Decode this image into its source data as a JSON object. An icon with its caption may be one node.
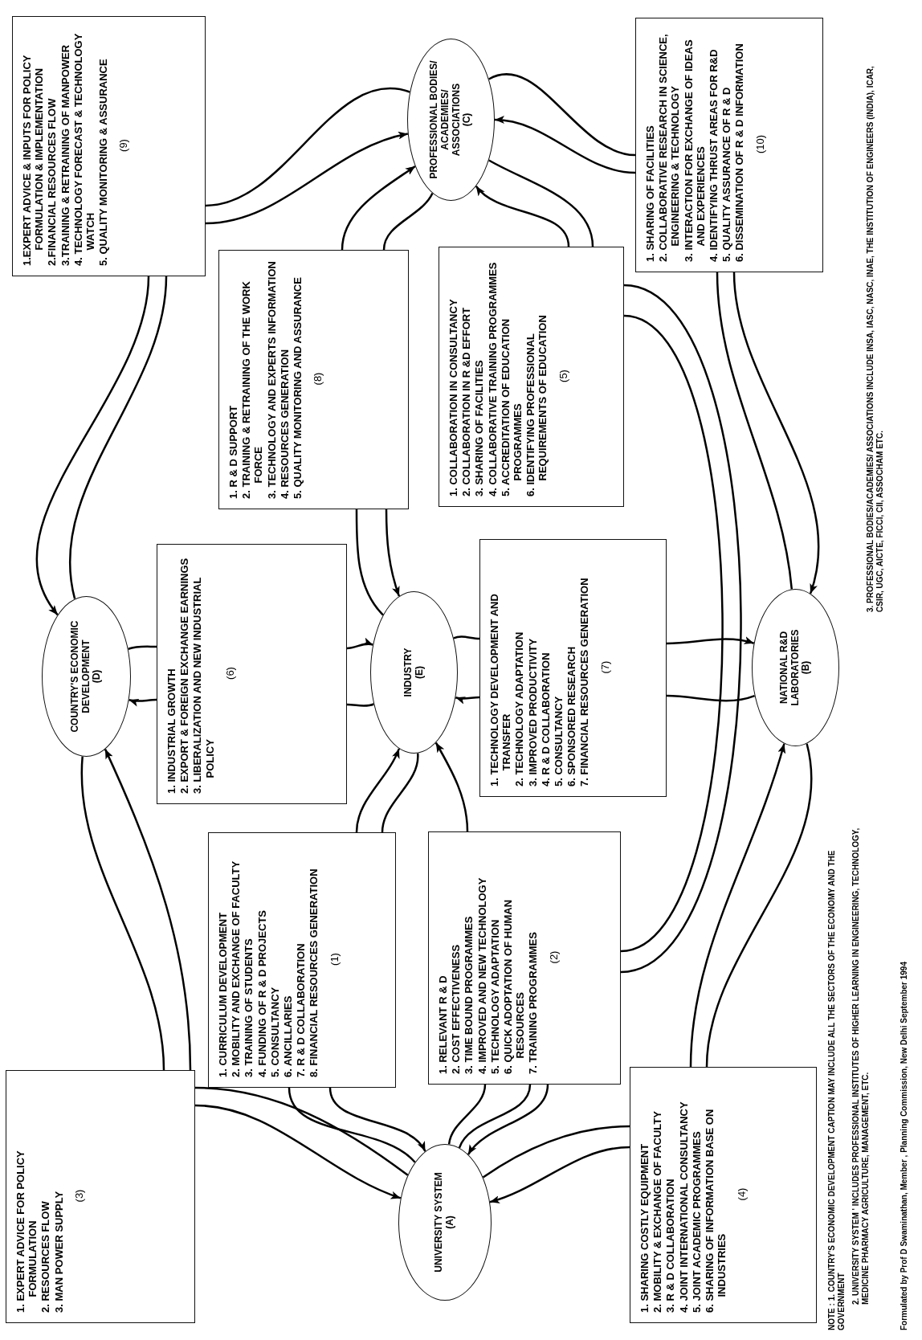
{
  "diagram": {
    "nodes": [
      {
        "text": [
          "1. EXPERT ADVICE FOR POLICY FORMULATION",
          "2. RESOURCES FLOW",
          "3. MAN POWER SUPPLY",
          "(3)"
        ]
      },
      {
        "text": [
          "COUNTRY'S ECONOMIC DEVELOPMENT",
          "(D)"
        ]
      },
      {
        "text": [
          "1.EXPERT ADVICE & INPUTS FOR POLICY FORMULATION & IMPLEMENTATION",
          "2.FINANCIAL RESOURCES FLOW",
          "3.TRAINING & RETRAINING OF MANPOWER",
          "4. TECHNOLOGY FORECAST & TECHNOLOGY WATCH",
          "5. QUALITY MONITORING & ASSURANCE",
          "(9)"
        ]
      },
      {
        "text": [
          "1. INDUSTRIAL GROWTH",
          "2. EXPORT & FOREIGN EXCHANGE EARNINGS",
          "3. LIBERALIZATION AND NEW INDUSTRIAL POLICY",
          "(6)"
        ]
      },
      {
        "text": [
          "1. CURRICULUM DEVELOPMENT",
          "2. MOBILITY AND EXCHANGE OF FACULTY",
          "3. TRAINING OF STUDENTS",
          "4. FUNDING OF R & D PROJECTS",
          "5. CONSULTANCY",
          "6. ANCILLARIES",
          "7. R & D COLLABORATION",
          "8. FINANCIAL RESOURCES GENERATION",
          "(1)"
        ]
      },
      {
        "text": [
          "1. R & D SUPPORT",
          "2. TRAINING & RETRAINING OF THE WORK FORCE",
          "3. TECHNOLOGY AND EXPERTS INFORMATION",
          "4. RESOURCES GENERATION",
          "5. QUALITY MONITORING AND ASSURANCE",
          "(8)"
        ]
      },
      {
        "text": [
          "UNIVERSITY SYSTEM",
          "(A)"
        ]
      },
      {
        "text": [
          "INDUSTRY",
          "(E)"
        ]
      },
      {
        "text": [
          "PROFESSIONAL BODIES/ ACADEMIES/ ASSOCIATIONS",
          "(C)"
        ]
      },
      {
        "text": [
          "1. RELEVANT R & D",
          "2. COST EFFECTIVENESS",
          "3. TIME BOUND PROGRAMMES",
          "4. IMPROVED AND NEW TECHNOLOGY",
          "5. TECHNOLOGY ADAPTATION",
          "6. QUICK ADOPTATION OF HUMAN RESOURCES",
          "7. TRAINING PROGRAMMES",
          "(2)"
        ]
      },
      {
        "text": [
          "1. COLLABORATION IN CONSULTANCY",
          "2. COLLABORATION IN R &D EFFORT",
          "3. SHARING OF FACILITIES",
          "4. COLLABORATIVE TRAINING PROGRAMMES",
          "5. ACCREDITATION OF EDUCATION PROGRAMMES",
          "6. IDENTIFYING PROFESSIONAL REQUIREMENTS OF EDUCATION",
          "(5)"
        ]
      },
      {
        "text": [
          "1. TECHNOLOGY DEVELOPMENT AND TRANSFER",
          "2. TECHNOLOGY ADAPTATION",
          "3. IMPROVED PRODUCTIVITY",
          "4. R & D COLLABORATION",
          "5. CONSULTANCY",
          "6. SPONSORED RESEARCH",
          "7. FINANCIAL RESOURCES GENERATION",
          "(7)"
        ]
      },
      {
        "text": [
          "1. SHARING COSTLY EQUIPMENT",
          "2. MOBILITY & EXCHANGE OF FACULTY",
          "3. R & D COLLABORATION",
          "4. JOINT INTERNATIONAL CONSULTANCY",
          "5. JOINT ACADEMIC PROGRAMMES",
          "6. SHARING OF INFORMATION BASE ON INDUSTRIES",
          "(4)"
        ]
      },
      {
        "text": [
          "NATIONAL R&D LABORATORIES",
          "(B)"
        ]
      },
      {
        "text": [
          "1. SHARING OF FACILITIES",
          "2. COLLABORATIVE RESEARCH IN SCIENCE, ENGINEERING & TECHNOLOGY",
          "3. INTERACTION FOR EXCHANGE OF IDEAS AND EXPERIENCES",
          "4. IDENTIFYING THRUST AREAS FOR R&D",
          "5. QUALITY ASSURANCE OF R & D",
          "6. DISSEMINATION OF R & D INFORMATION",
          "(10)"
        ]
      }
    ],
    "edges": [
      {
        "from": 4,
        "to": 6,
        "arrow": "to"
      },
      {
        "from": 6,
        "to": 4,
        "arrow": "none"
      },
      {
        "from": 4,
        "to": 7,
        "arrow": "to"
      },
      {
        "from": 7,
        "to": 4,
        "arrow": "none"
      },
      {
        "from": 9,
        "to": 7,
        "arrow": "to"
      },
      {
        "from": 6,
        "to": 9,
        "arrow": "none"
      },
      {
        "from": 9,
        "to": 6,
        "arrow": "to"
      },
      {
        "from": 6,
        "to": 9,
        "arrow": "none"
      },
      {
        "from": 9,
        "to": 10,
        "arrow": "none"
      },
      {
        "from": 9,
        "to": 10,
        "arrow": "none"
      },
      {
        "from": 10,
        "to": 8,
        "arrow": "to"
      },
      {
        "from": 8,
        "to": 10,
        "arrow": "none"
      },
      {
        "from": 5,
        "to": 8,
        "arrow": "to"
      },
      {
        "from": 8,
        "to": 5,
        "arrow": "none"
      },
      {
        "from": 5,
        "to": 7,
        "arrow": "to"
      },
      {
        "from": 7,
        "to": 5,
        "arrow": "none"
      },
      {
        "from": 3,
        "to": 1,
        "arrow": "to"
      },
      {
        "from": 1,
        "to": 3,
        "arrow": "none"
      },
      {
        "from": 3,
        "to": 7,
        "arrow": "to"
      },
      {
        "from": 7,
        "to": 3,
        "arrow": "none"
      },
      {
        "from": 11,
        "to": 7,
        "arrow": "to"
      },
      {
        "from": 7,
        "to": 11,
        "arrow": "none"
      },
      {
        "from": 11,
        "to": 13,
        "arrow": "to"
      },
      {
        "from": 13,
        "to": 11,
        "arrow": "none"
      },
      {
        "from": 2,
        "to": 8,
        "arrow": "to"
      },
      {
        "from": 8,
        "to": 2,
        "arrow": "none"
      },
      {
        "from": 2,
        "to": 1,
        "arrow": "to"
      },
      {
        "from": 1,
        "to": 2,
        "arrow": "none"
      },
      {
        "from": 14,
        "to": 8,
        "arrow": "to"
      },
      {
        "from": 8,
        "to": 14,
        "arrow": "none"
      },
      {
        "from": 14,
        "to": 13,
        "arrow": "to"
      },
      {
        "from": 13,
        "to": 14,
        "arrow": "none"
      },
      {
        "from": 12,
        "to": 13,
        "arrow": "to"
      },
      {
        "from": 13,
        "to": 12,
        "arrow": "none"
      },
      {
        "from": 12,
        "to": 6,
        "arrow": "to"
      },
      {
        "from": 6,
        "to": 12,
        "arrow": "none"
      },
      {
        "from": 0,
        "to": 1,
        "arrow": "to"
      },
      {
        "from": 1,
        "to": 0,
        "arrow": "none"
      },
      {
        "from": 0,
        "to": 6,
        "arrow": "to"
      },
      {
        "from": 6,
        "to": 0,
        "arrow": "none"
      }
    ],
    "labels": [
      "NOTE : 1. COUNTRY'S ECONOMIC DEVELOPMENT CAPTION MAY INCLUDE ALL THE SECTORS OF THE ECONOMY AND THE GOVERNMENT",
      "2. UNIVERSITY SYSTEM ' INCLUDES PROFESSIONAL INSTITUTES OF HIGHER LEARNING IN ENGINEERING, TECHNOLOGY, MEDICINE PHARMACY AGRICULTURE, MANAGEMENT, ETC.",
      "3. PROFESSIONAL BODIES/ACADEMIES/ ASSOCIATIONS INCLUDE INSA, IASC, NASC, INAE, THE INSTITUTION OF ENGINEERS (INDIA), ICAR, CSIR, UGC, AICTE, FICCI, CII, ASSOCHAM ETC.",
      "Formulated by Prof D Swaminathan, Member , Planning Commission, New Delhi September 1994"
    ]
  }
}
